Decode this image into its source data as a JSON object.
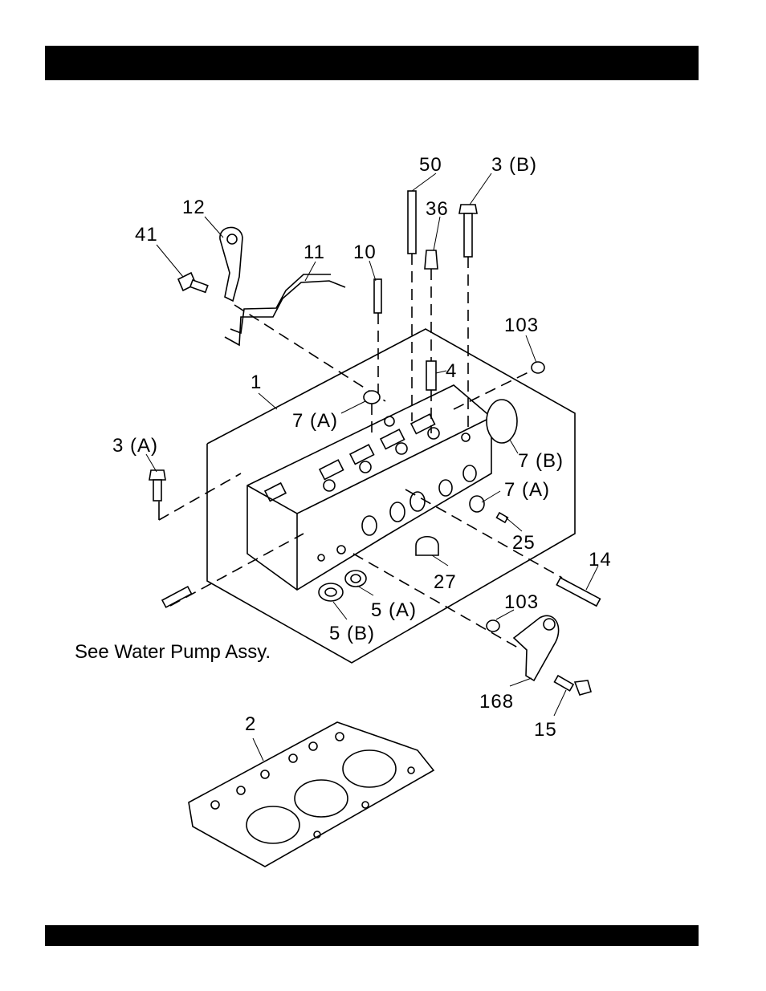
{
  "labels": {
    "p50": "50",
    "p3b": "3 (B)",
    "p12": "12",
    "p36": "36",
    "p41": "41",
    "p11": "11",
    "p10": "10",
    "p103a": "103",
    "p4": "4",
    "p1": "1",
    "p7a_top": "7 (A)",
    "p3a": "3 (A)",
    "p7b": "7 (B)",
    "p7a_right": "7 (A)",
    "p25": "25",
    "p14": "14",
    "p27": "27",
    "p5a": "5 (A)",
    "p103b": "103",
    "p5b": "5 (B)",
    "p168": "168",
    "p15": "15",
    "p2": "2"
  },
  "note": "See Water Pump Assy."
}
